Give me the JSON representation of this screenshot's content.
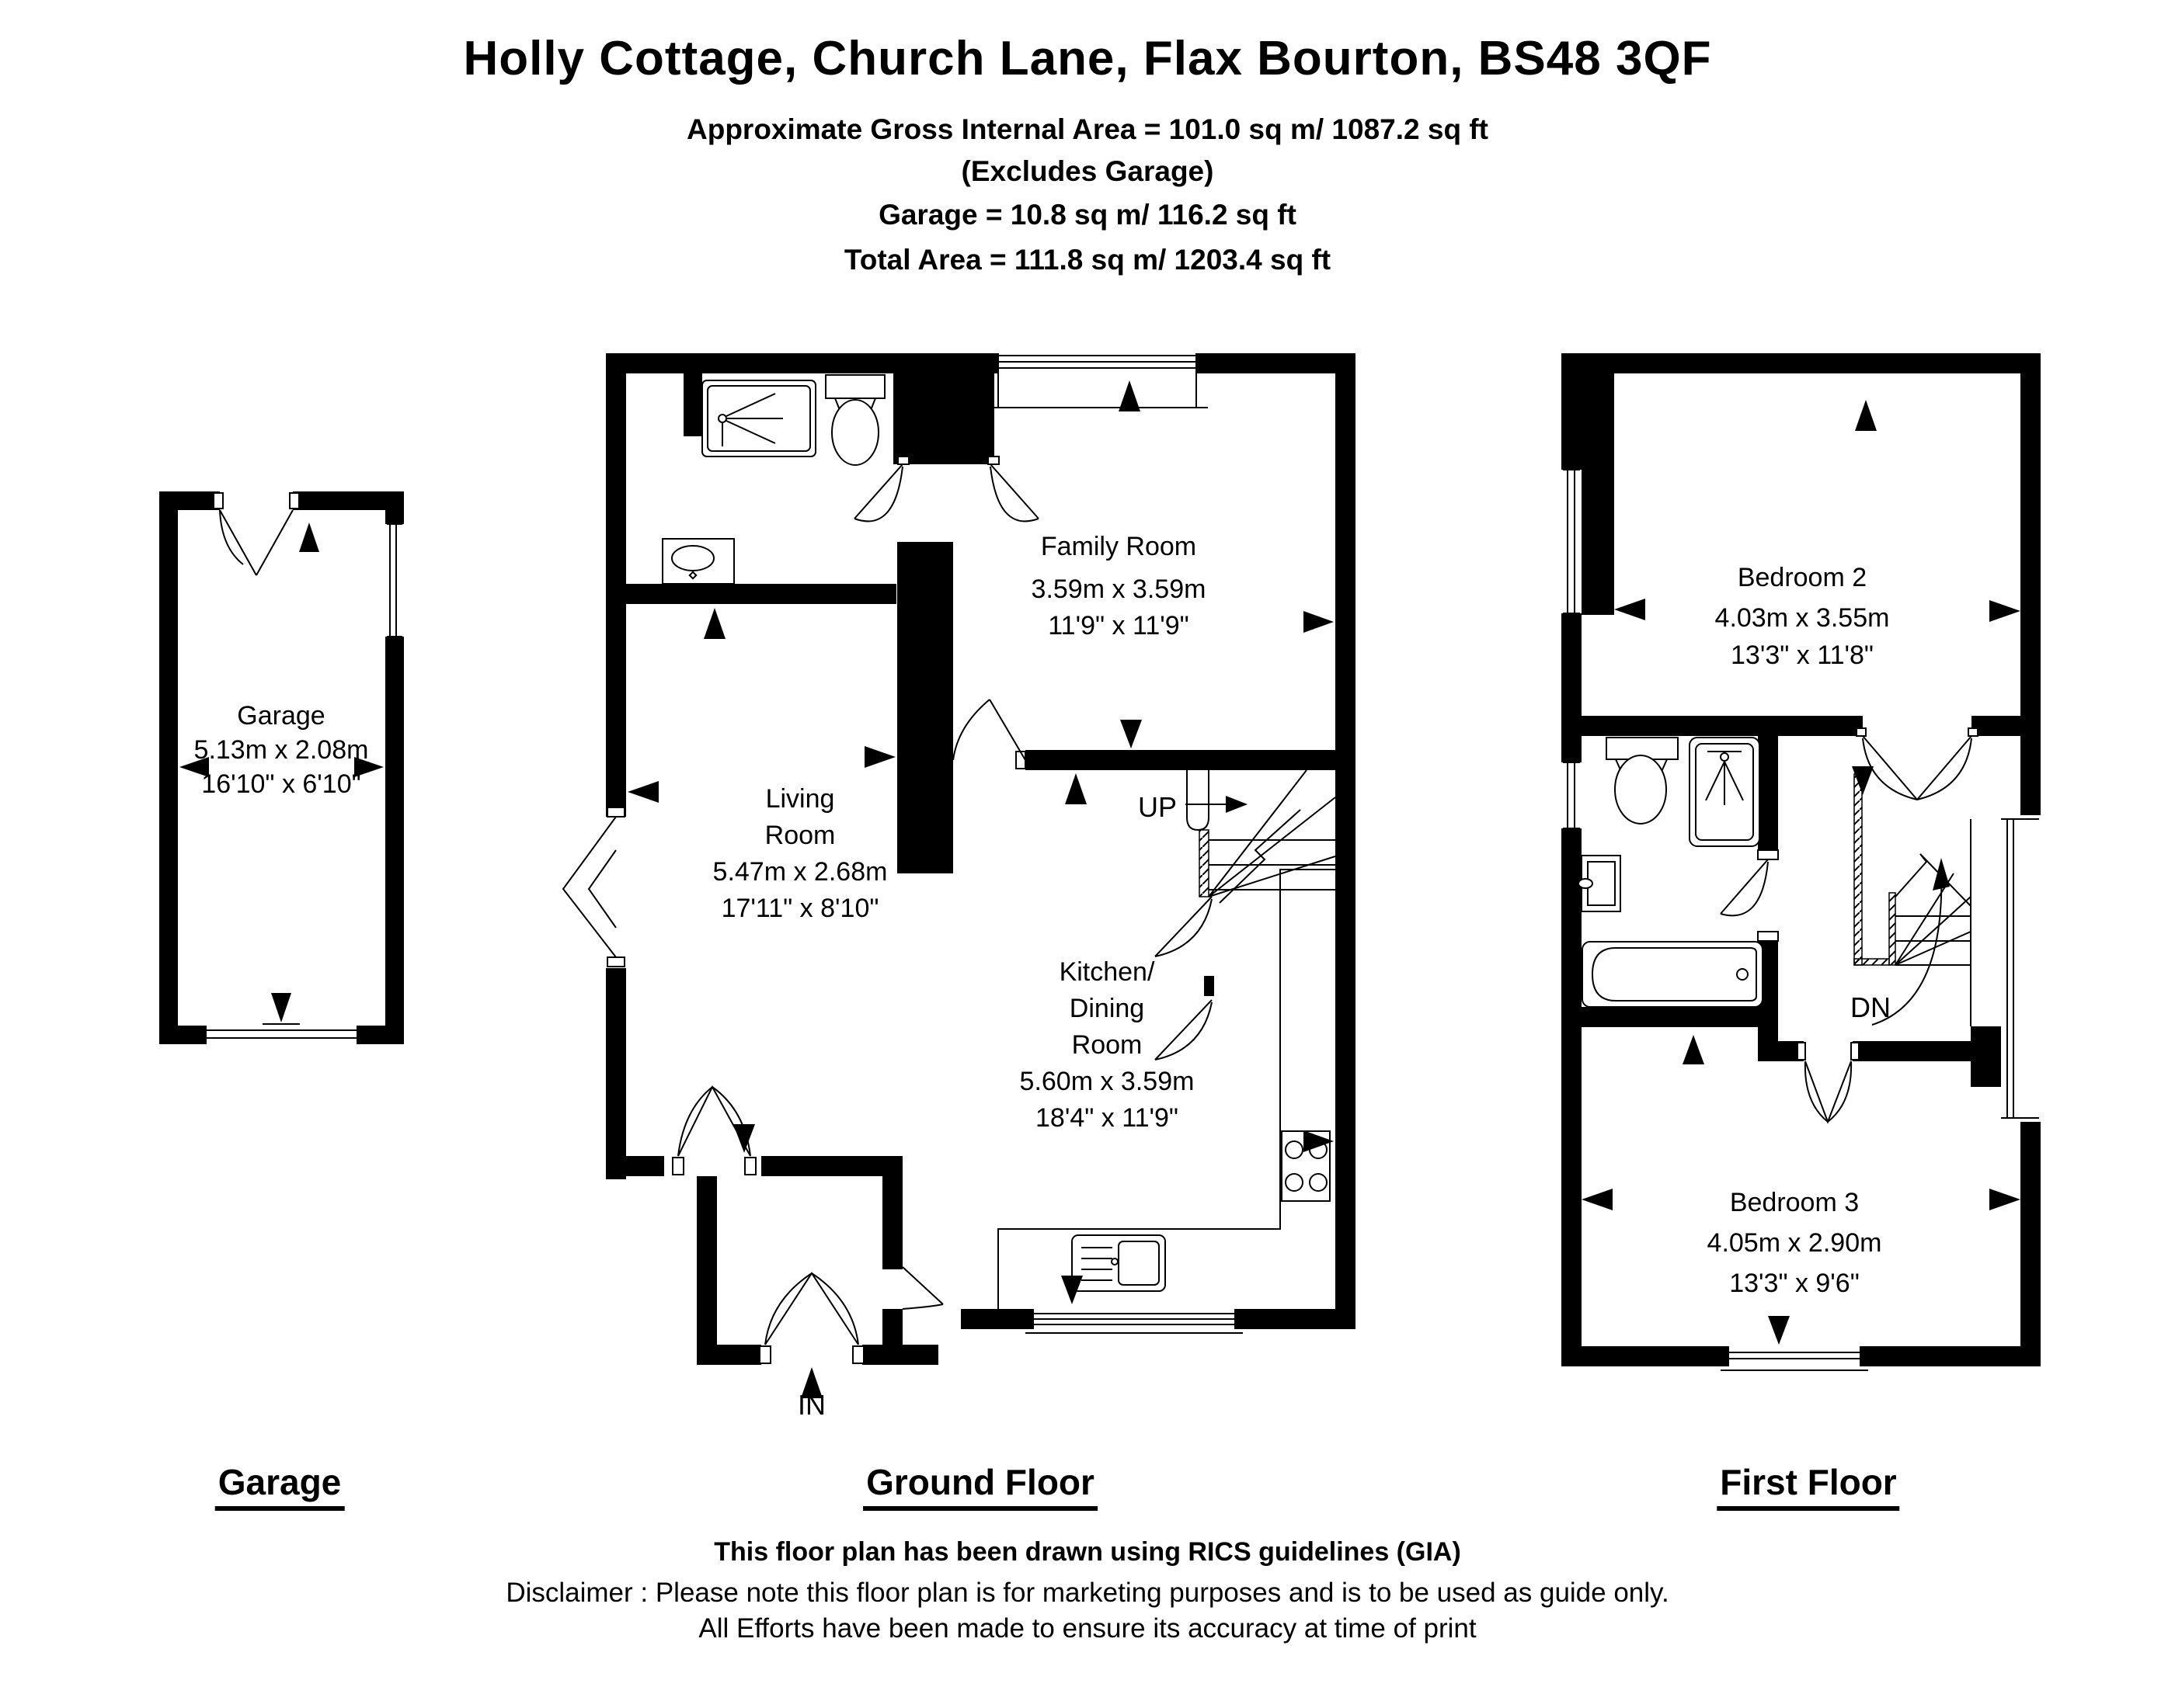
{
  "header": {
    "title": "Holly Cottage, Church Lane, Flax Bourton, BS48 3QF",
    "line1": "Approximate Gross Internal Area = 101.0 sq m/ 1087.2 sq ft",
    "line2": "(Excludes Garage)",
    "line3": "Garage = 10.8 sq m/ 116.2 sq ft",
    "line4": "Total Area = 111.8 sq m/ 1203.4 sq ft"
  },
  "garage": {
    "floor_label": "Garage",
    "room": {
      "name": "Garage",
      "metric": "5.13m x 2.08m",
      "imperial": "16'10\" x 6'10\""
    }
  },
  "ground": {
    "floor_label": "Ground Floor",
    "family": {
      "name": "Family Room",
      "metric": "3.59m x 3.59m",
      "imperial": "11'9\" x 11'9\""
    },
    "living": {
      "name1": "Living",
      "name2": "Room",
      "metric": "5.47m x 2.68m",
      "imperial": "17'11\" x 8'10\""
    },
    "kitchen": {
      "name1": "Kitchen/",
      "name2": "Dining",
      "name3": "Room",
      "metric": "5.60m x 3.59m",
      "imperial": "18'4\" x 11'9\""
    },
    "up_label": "UP",
    "in_label": "IN"
  },
  "first": {
    "floor_label": "First Floor",
    "bed2": {
      "name": "Bedroom 2",
      "metric": "4.03m x 3.55m",
      "imperial": "13'3\" x 11'8\""
    },
    "bed3": {
      "name": "Bedroom 3",
      "metric": "4.05m x 2.90m",
      "imperial": "13'3\" x 9'6\""
    },
    "dn_label": "DN"
  },
  "footer": {
    "rics": "This floor plan has been drawn using RICS guidelines (GIA)",
    "disclaimer": "Disclaimer : Please note this floor plan is for marketing purposes and is to be used as guide only.",
    "accuracy": "All Efforts have been made to ensure its accuracy at time of print"
  },
  "colors": {
    "ink": "#000000",
    "paper": "#ffffff"
  }
}
